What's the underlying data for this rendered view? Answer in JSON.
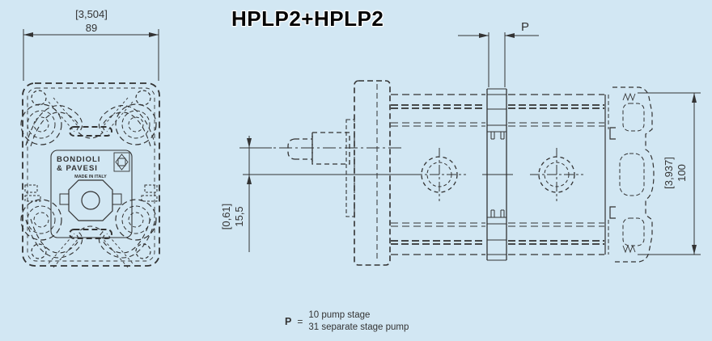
{
  "title": "HPLP2+HPLP2",
  "front_view": {
    "width_dim": {
      "inches": "[3,504]",
      "mm": "89"
    },
    "nameplate": {
      "line1": "BONDIOLI",
      "line2": "& PAVESI",
      "origin": "MADE IN ITALY"
    }
  },
  "side_view": {
    "height_dim": {
      "inches": "[3,937]",
      "mm": "100"
    },
    "shaft_offset_dim": {
      "inches": "[0,61]",
      "mm": "15,5"
    },
    "stage_width_label": "P"
  },
  "legend": {
    "symbol": "P",
    "equals": "=",
    "line1": "10 pump stage",
    "line2": "31 separate stage pump"
  },
  "colors": {
    "background": "#d2e7f3",
    "line": "#333333",
    "title": "#050505"
  }
}
